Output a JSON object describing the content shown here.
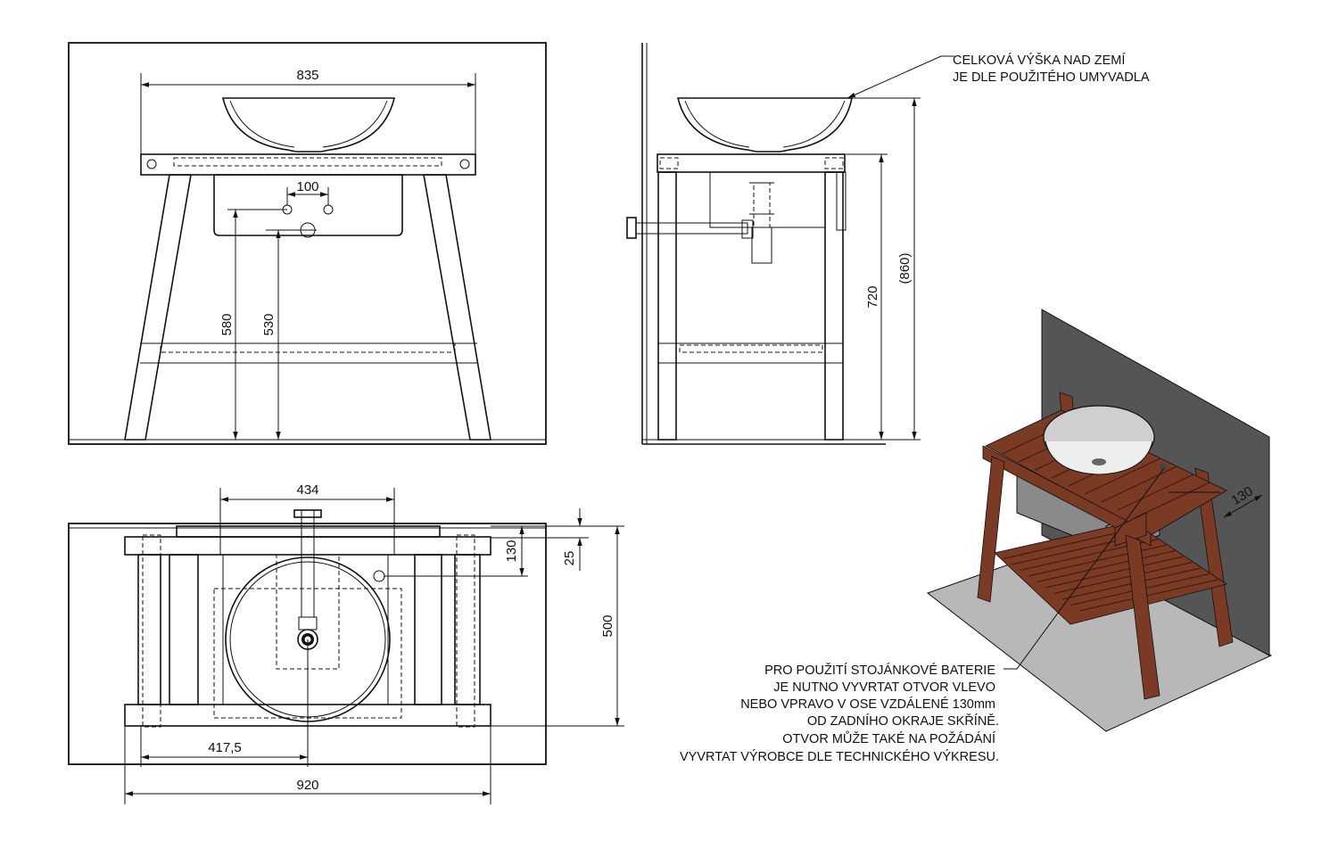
{
  "front_view": {
    "dims": {
      "width_835": "835",
      "holes_100": "100",
      "h_580": "580",
      "h_530": "530"
    }
  },
  "side_view": {
    "dims": {
      "h_720": "720",
      "h_860": "(860)"
    },
    "note_lines": [
      "CELKOVÁ VÝŠKA NAD ZEMÍ",
      "JE DLE POUŽITÉHO UMYVADLA"
    ]
  },
  "top_view": {
    "dims": {
      "w_434": "434",
      "d_130": "130",
      "d_25": "25",
      "d_500": "500",
      "w_417_5": "417,5",
      "w_920": "920"
    }
  },
  "iso_view": {
    "dims": {
      "iso_130": "130"
    },
    "colors": {
      "wood": "#7a3a24",
      "wall": "#555555",
      "floor": "#b8b8b8",
      "basin": "#cfcfcf",
      "cabinet": "#8a8a8a"
    }
  },
  "bottom_note_lines": [
    "PRO POUŽITÍ STOJÁNKOVÉ BATERIE",
    "JE NUTNO VYVRTAT OTVOR VLEVO",
    "NEBO VPRAVO V OSE VZDÁLENÉ 130mm",
    "OD ZADNÍHO OKRAJE SKŘÍNĚ.",
    "OTVOR MŮŽE TAKÉ NA POŽÁDÁNÍ",
    "VYVRTAT VÝROBCE DLE TECHNICKÉHO VÝKRESU."
  ]
}
